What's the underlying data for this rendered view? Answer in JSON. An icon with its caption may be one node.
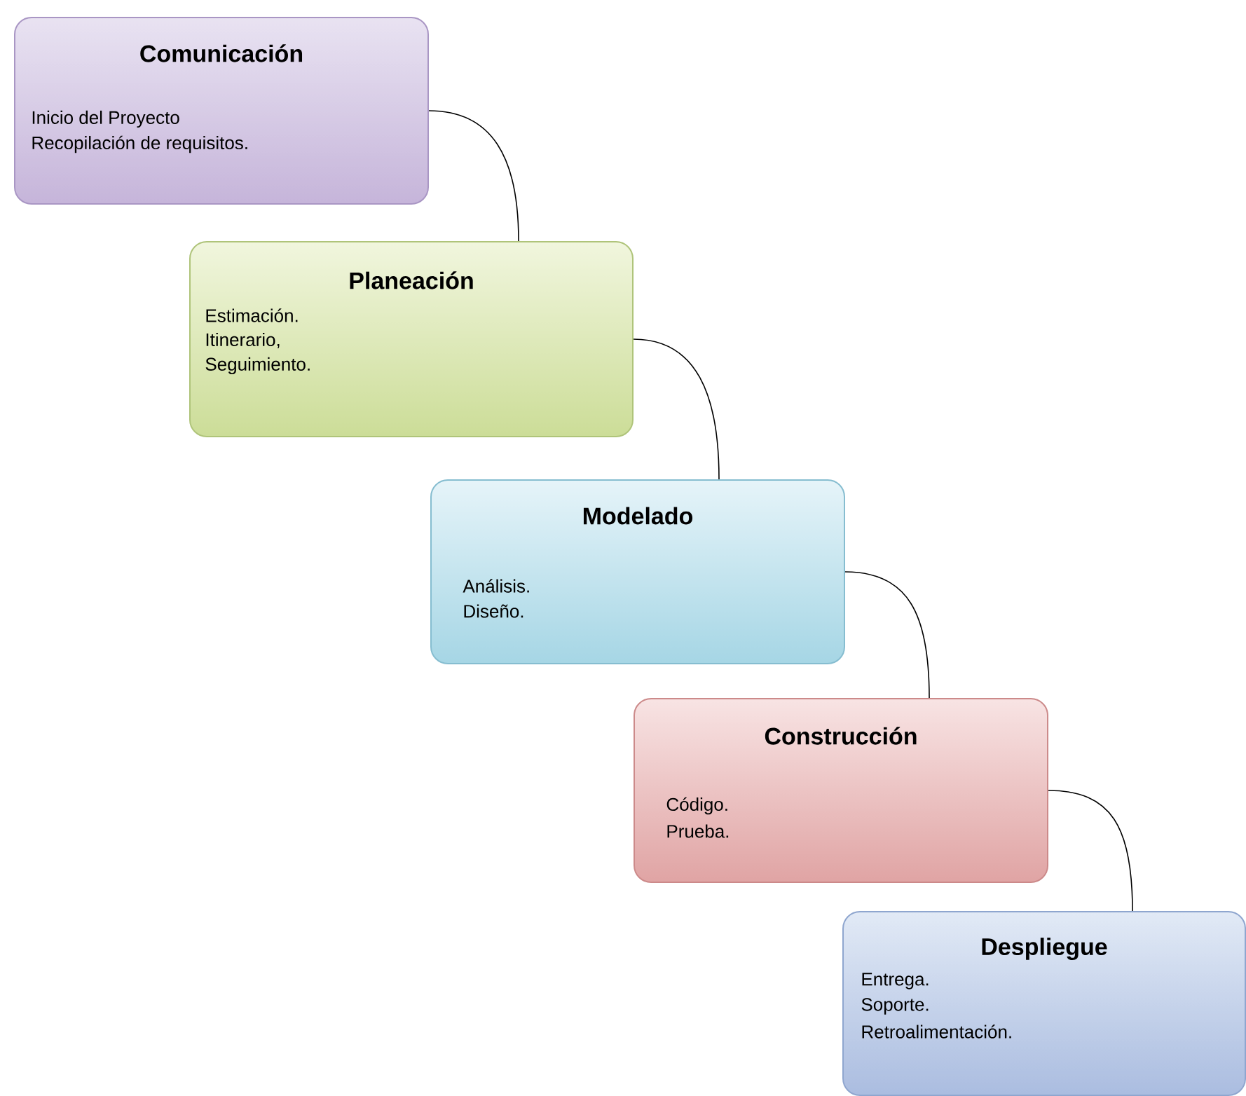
{
  "diagram": {
    "nodes": [
      {
        "text": [
          "Comunicación",
          "Inicio del Proyecto",
          "Recopilación de requisitos."
        ]
      },
      {
        "text": [
          "Planeación",
          "Estimación.",
          "Itinerario,",
          "Seguimiento."
        ]
      },
      {
        "text": [
          "Modelado",
          "Análisis.",
          "Diseño."
        ]
      },
      {
        "text": [
          "Construcción",
          "Código.",
          "Prueba."
        ]
      },
      {
        "text": [
          "Despliegue",
          "Entrega.",
          "Soporte.",
          "Retroalimentación."
        ]
      }
    ],
    "edges": [
      {
        "from": 0,
        "to": 1,
        "arrow": "none"
      },
      {
        "from": 1,
        "to": 2,
        "arrow": "none"
      },
      {
        "from": 2,
        "to": 3,
        "arrow": "none"
      },
      {
        "from": 3,
        "to": 4,
        "arrow": "none"
      }
    ]
  }
}
